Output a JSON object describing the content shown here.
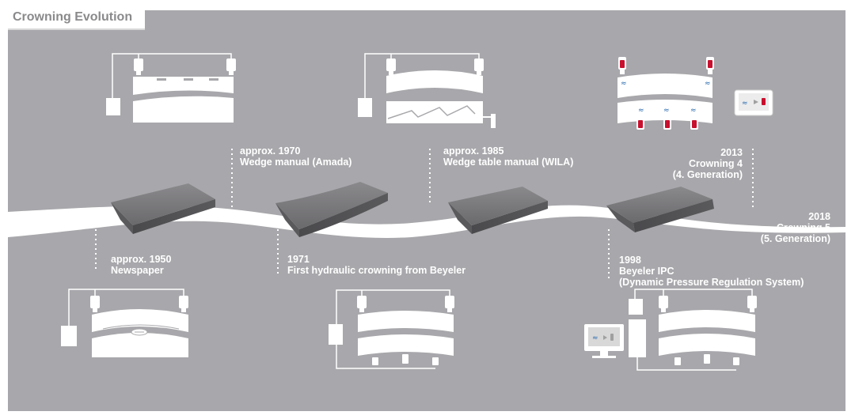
{
  "title": "Crowning Evolution",
  "milestones": [
    {
      "id": "m1950",
      "year": "approx. 1950",
      "name": "Newspaper"
    },
    {
      "id": "m1970",
      "year": "approx. 1970",
      "name": "Wedge manual (Amada)"
    },
    {
      "id": "m1971",
      "year": "1971",
      "name": "First hydraulic crowning from Beyeler"
    },
    {
      "id": "m1985",
      "year": "approx. 1985",
      "name": "Wedge table manual (WILA)"
    },
    {
      "id": "m1998",
      "year": "1998",
      "name": "Beyeler IPC",
      "detail": "(Dynamic Pressure Regulation System)"
    },
    {
      "id": "m2013",
      "year": "2013",
      "name": "Crowning 4",
      "detail": "(4. Generation)"
    },
    {
      "id": "m2018",
      "year": "2018",
      "name": "Crowning 5",
      "detail": "(5. Generation)"
    }
  ],
  "colors": {
    "background": "#a8a7ab",
    "line": "#ffffff",
    "die": "#6e6d70",
    "sensor_red": "#c8102e",
    "wifi_blue": "#2b6cb0",
    "title_text": "#8a8a8c"
  }
}
